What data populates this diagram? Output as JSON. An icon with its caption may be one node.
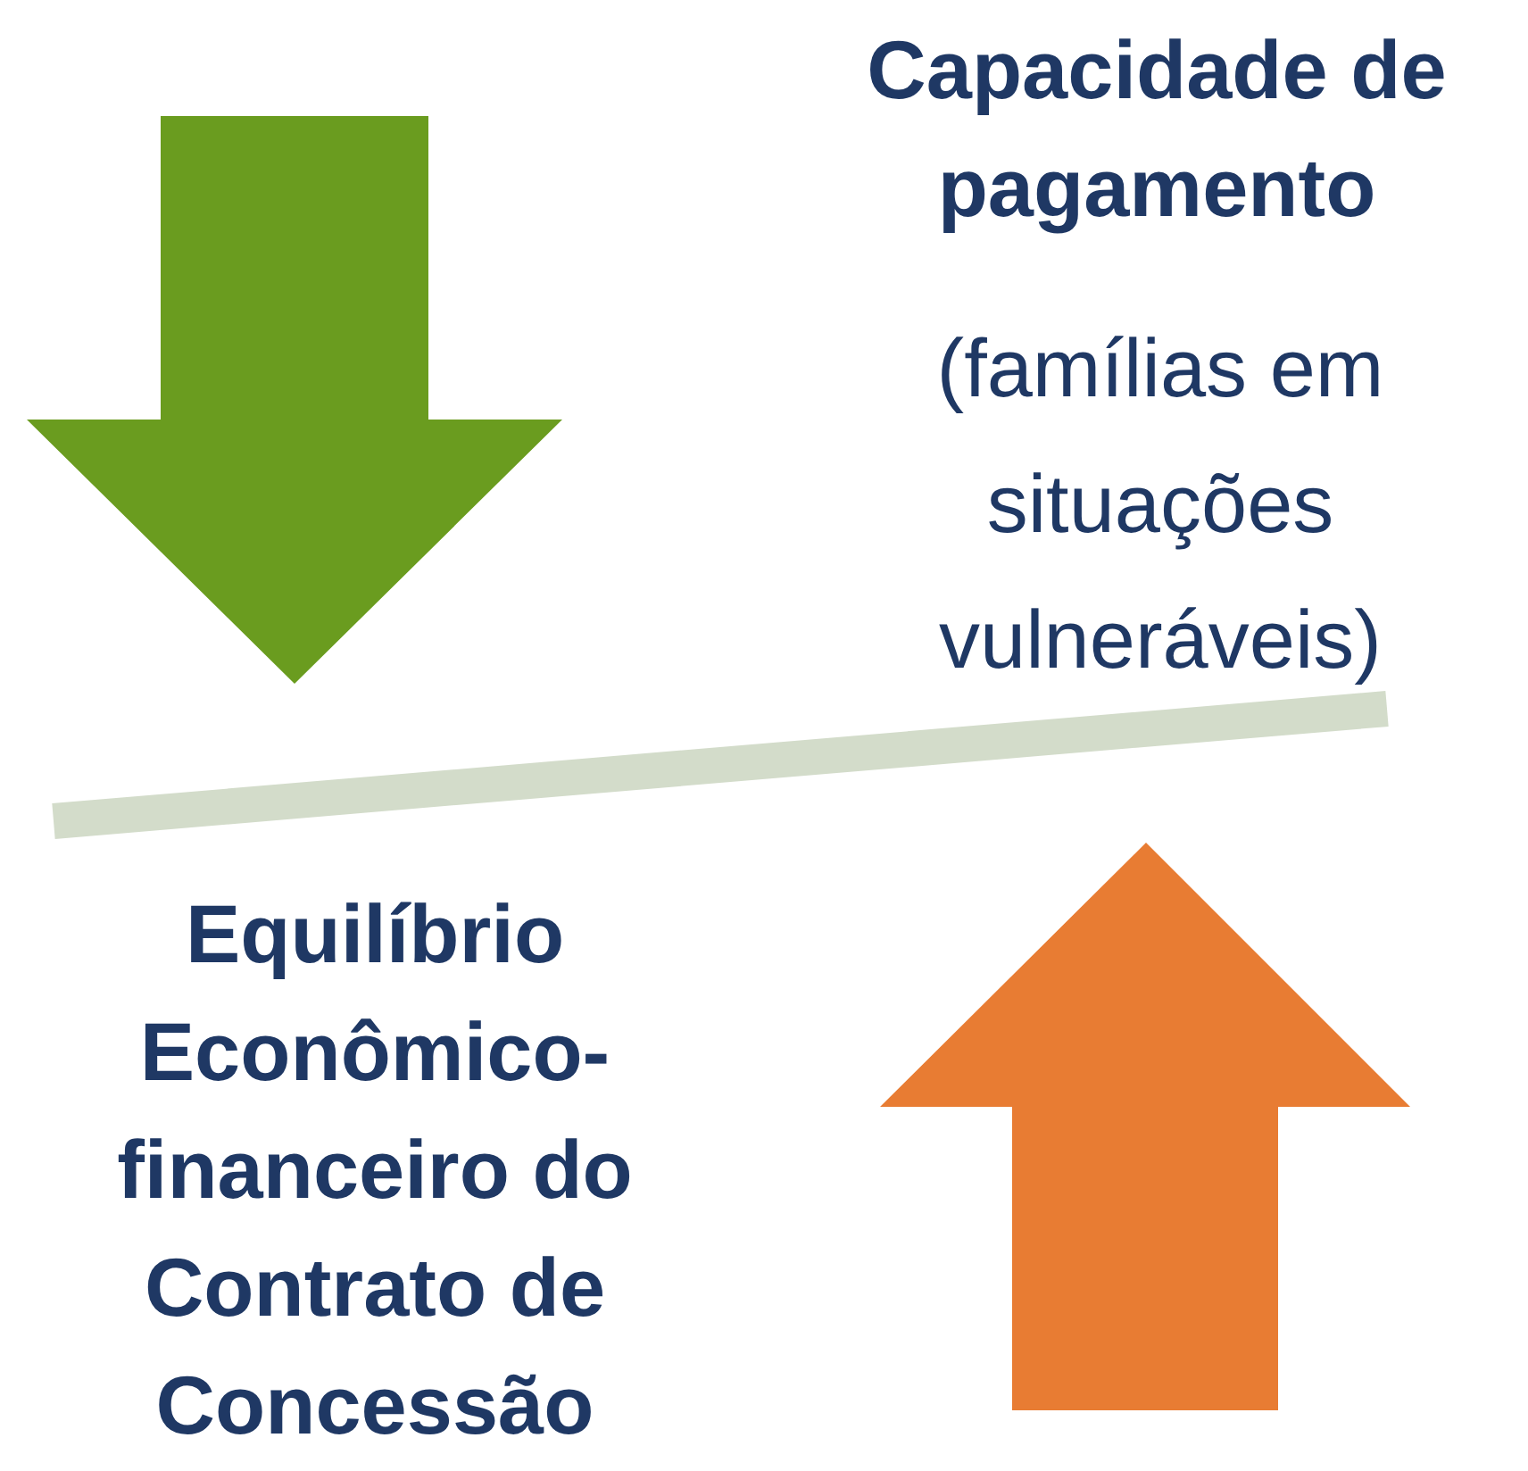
{
  "diagram": {
    "labels": [
      "Capacidade de pagamento",
      "(famílias em situações vulneráveis)",
      "Equilíbrio Econômico-financeiro do Contrato de Concessão"
    ]
  }
}
